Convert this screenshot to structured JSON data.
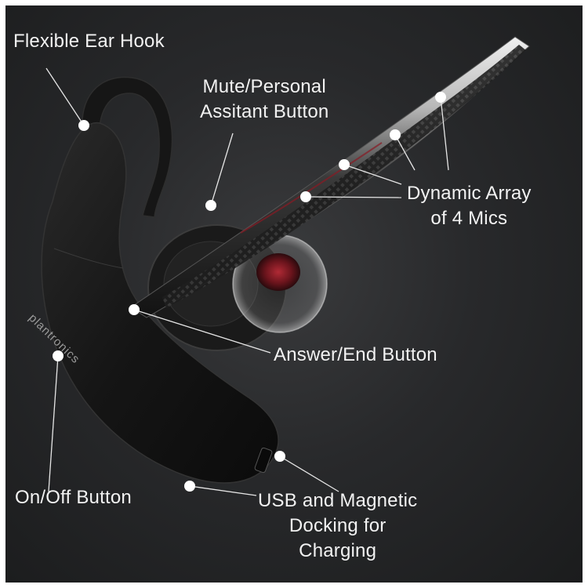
{
  "brand_text": "plantronics",
  "labels": {
    "ear_hook": "Flexible Ear Hook",
    "mute_line1": "Mute/Personal",
    "mute_line2": "Assitant Button",
    "mics_line1": "Dynamic Array",
    "mics_line2": "of 4 Mics",
    "answer_end": "Answer/End Button",
    "on_off": "On/Off Button",
    "usb_line1": "USB and Magnetic",
    "usb_line2": "Docking for",
    "usb_line3": "Charging"
  },
  "colors": {
    "background": "#262729",
    "headset_body": "#141414",
    "boom_trim": "#d8d8d8",
    "eartip_red": "#8a1a24",
    "text": "#f2f2f2"
  }
}
